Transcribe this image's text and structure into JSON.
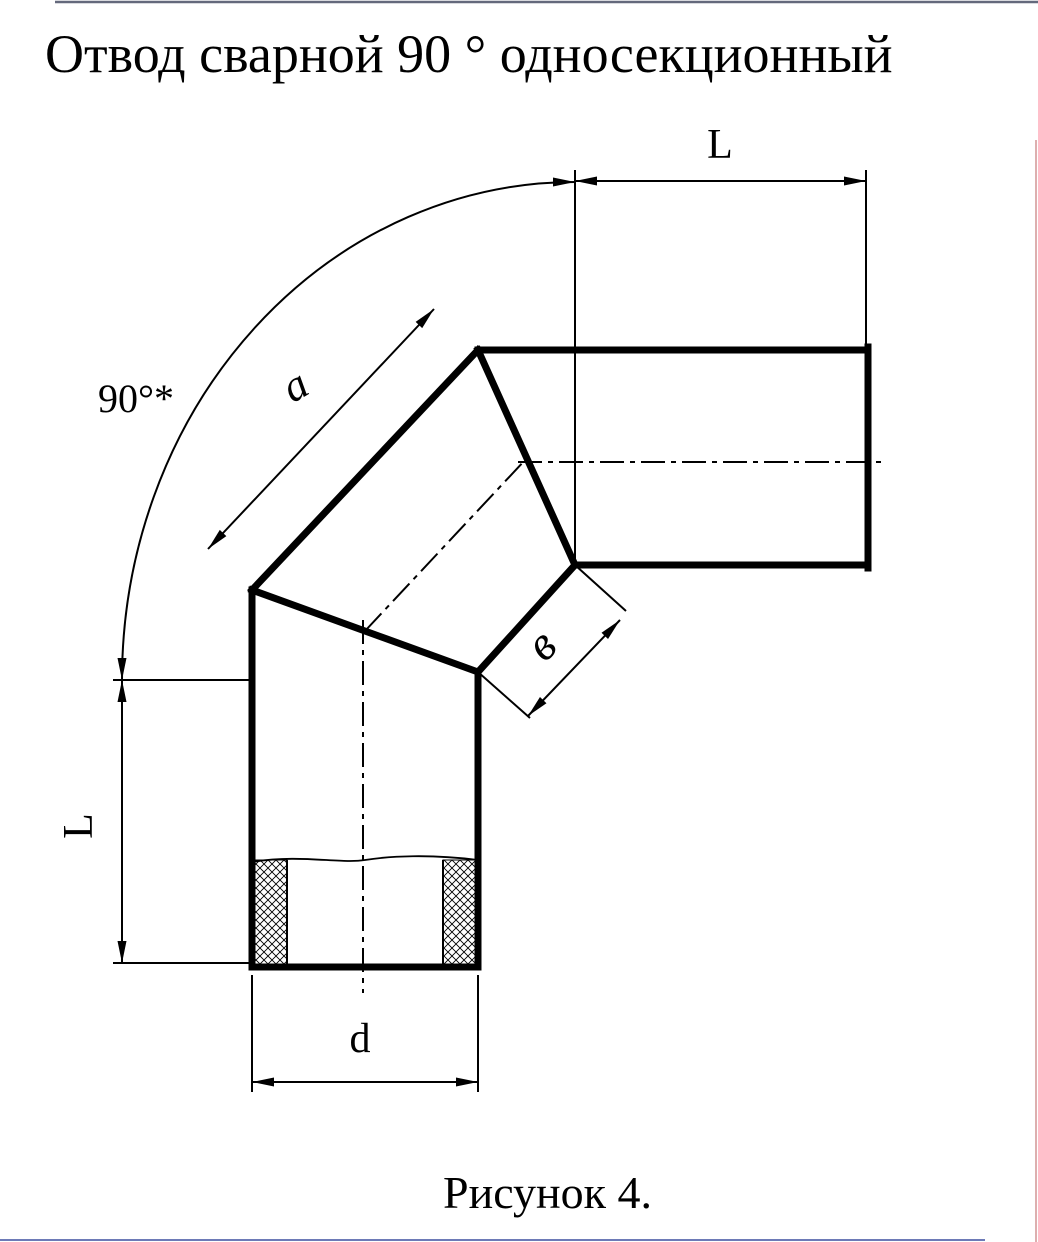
{
  "title": "Отвод сварной 90 ° односекционный",
  "caption": "Рисунок 4.",
  "labels": {
    "dim_top_length": "L",
    "dim_left_length": "L",
    "dim_angle": "90°*",
    "dim_segment_outer": "a",
    "dim_segment_inner": "в",
    "dim_diameter": "d"
  },
  "colors": {
    "ink": "#000000",
    "paper": "#ffffff"
  }
}
